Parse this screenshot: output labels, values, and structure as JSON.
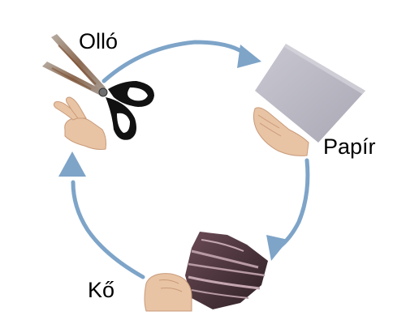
{
  "labels": {
    "scissors": "Olló",
    "paper": "Papír",
    "rock": "Kő"
  },
  "colors": {
    "arrow": "#7ea4c8",
    "paper_sheet": "#b9b8c2",
    "scissors_blade": "#9a8f86",
    "scissors_rust": "#8a5a3a",
    "scissors_handle": "#111111",
    "rock_stripe_dark": "#3b2a30",
    "rock_stripe_light": "#b89aa5",
    "skin": "#e8c4a4",
    "skin_shadow": "#c99a7a"
  },
  "icons": {
    "cycle": "cycle-arrow",
    "scissors": "scissors-icon",
    "paper": "paper-sheet-icon",
    "rock": "rock-icon",
    "hand_scissors": "hand-scissors-gesture-icon",
    "hand_paper": "hand-paper-gesture-icon",
    "hand_rock": "hand-rock-gesture-icon"
  }
}
